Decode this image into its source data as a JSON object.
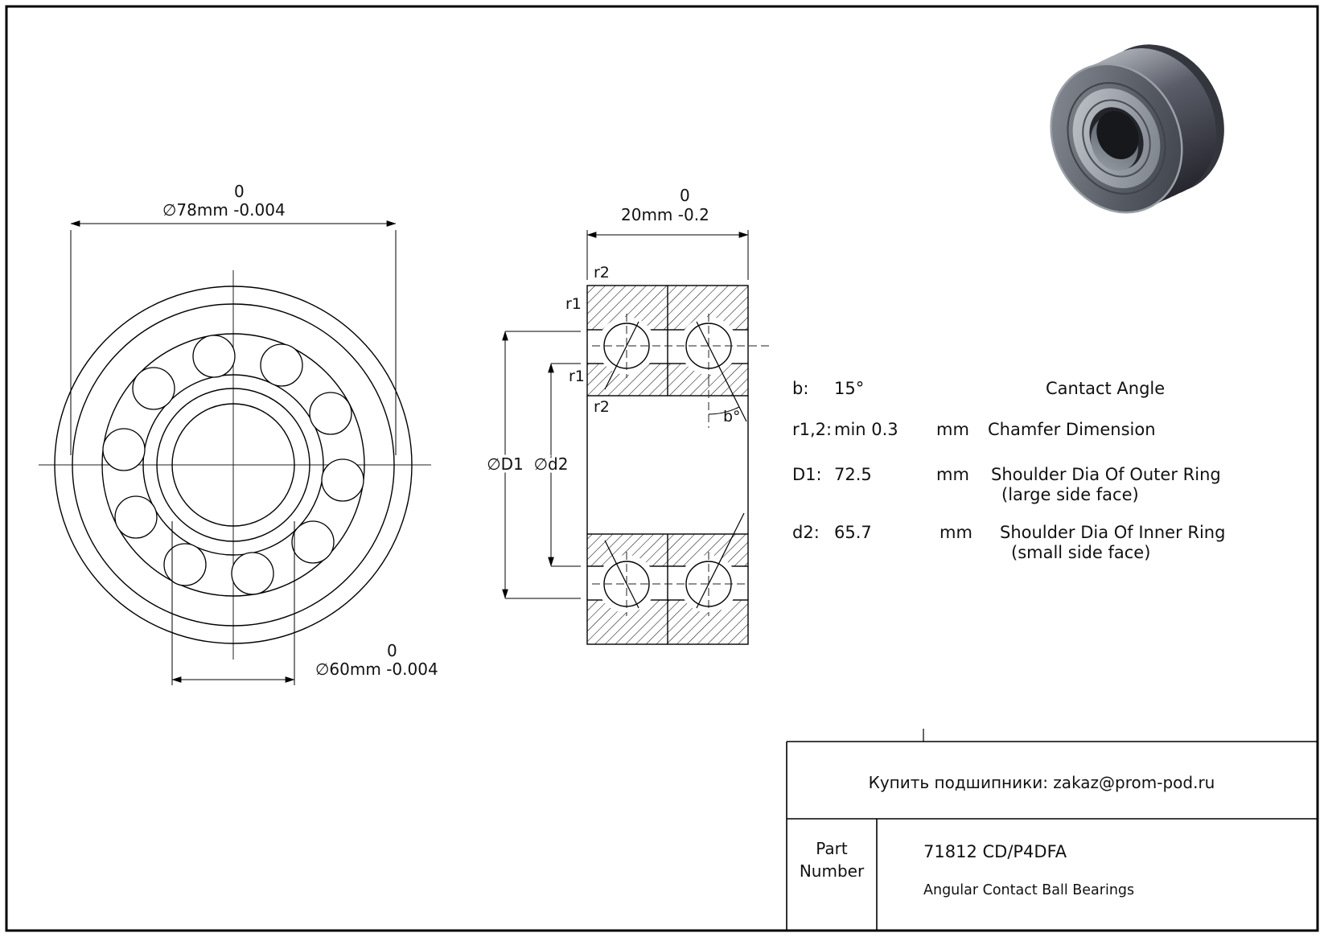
{
  "colors": {
    "line": "#000000",
    "background": "#ffffff"
  },
  "front_view": {
    "od_dim": {
      "upper_tol": "0",
      "text": "∅78mm -0.004"
    },
    "bore_dim": {
      "upper_tol": "0",
      "text": "∅60mm -0.004"
    }
  },
  "section_view": {
    "width_dim": {
      "upper_tol": "0",
      "text": "20mm -0.2"
    },
    "labels": {
      "r2_top": "r2",
      "r1_top": "r1",
      "r1_mid": "r1",
      "r2_mid": "r2",
      "d1": "∅D1",
      "d2": "∅d2",
      "angle": "b°"
    }
  },
  "specs": {
    "rows": [
      {
        "key": "b:",
        "value": "15°",
        "unit": "",
        "desc1": "Cantact Angle",
        "desc2": ""
      },
      {
        "key": "r1,2:",
        "value": "min 0.3",
        "unit": "mm",
        "desc1": "Chamfer Dimension",
        "desc2": ""
      },
      {
        "key": "D1:",
        "value": "72.5",
        "unit": "mm",
        "desc1": "Shoulder Dia Of Outer Ring",
        "desc2": "(large side face)"
      },
      {
        "key": "d2:",
        "value": "65.7",
        "unit": "mm",
        "desc1": "Shoulder Dia Of Inner Ring",
        "desc2": "(small side face)"
      }
    ]
  },
  "title_block": {
    "contact_line": "Купить подшипники: zakaz@prom-pod.ru",
    "part_label_1": "Part",
    "part_label_2": "Number",
    "part_number": "71812 CD/P4DFA",
    "bearing_type": "Angular Contact Ball Bearings"
  }
}
